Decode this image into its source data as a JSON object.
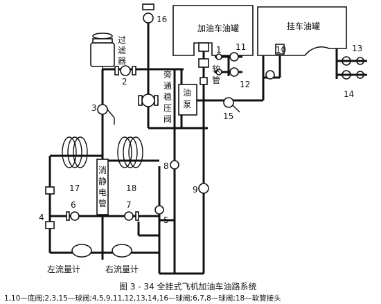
{
  "labels": {
    "filter": "过滤器",
    "refuel_tank": "加油车油罐",
    "trailer_tank": "挂车油罐",
    "hose": "软管",
    "bypass_valve": "旁通稳压阀",
    "pump": "油泵",
    "silencer": "消静电管",
    "left_meter": "左流量计",
    "right_meter": "右流量计"
  },
  "numbers": [
    "1",
    "2",
    "3",
    "4",
    "5",
    "6",
    "7",
    "8",
    "9",
    "10",
    "11",
    "12",
    "13",
    "14",
    "15",
    "16",
    "17",
    "18"
  ],
  "caption": {
    "title": "图 3 - 34   全挂式飞机加油车油路系统",
    "legend": "1,10—底阀;2,3,15—球阀;4,5,9,11,12,13,14,16—球阀;6,7,8—球阀;18—软管接头"
  }
}
